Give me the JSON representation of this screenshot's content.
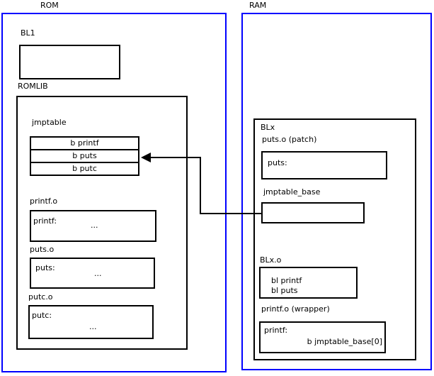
{
  "colors": {
    "frame_blue": "#0000ff",
    "line_black": "#000000",
    "background": "#ffffff"
  },
  "rom": {
    "label": "ROM",
    "bl1": {
      "label": "BL1"
    },
    "romlib": {
      "label": "ROMLIB",
      "jmptable": {
        "label": "jmptable",
        "rows": [
          "b printf",
          "b puts",
          "b putc"
        ]
      },
      "objects": [
        {
          "label": "printf.o",
          "symbol": "printf:",
          "body": "..."
        },
        {
          "label": "puts.o",
          "symbol": "puts:",
          "body": "..."
        },
        {
          "label": "putc.o",
          "symbol": "putc:",
          "body": "..."
        }
      ]
    }
  },
  "ram": {
    "label": "RAM",
    "blx": {
      "label": "BLx",
      "puts_patch": {
        "label": "puts.o (patch)",
        "symbol": "puts:"
      },
      "jmptable_base": {
        "label": "jmptable_base"
      },
      "blx_o": {
        "label": "BLx.o",
        "instructions": [
          "bl printf",
          "bl puts"
        ]
      },
      "printf_wrapper": {
        "label": "printf.o (wrapper)",
        "symbol": "printf:",
        "instruction": "b jmptable_base[0]"
      }
    }
  }
}
